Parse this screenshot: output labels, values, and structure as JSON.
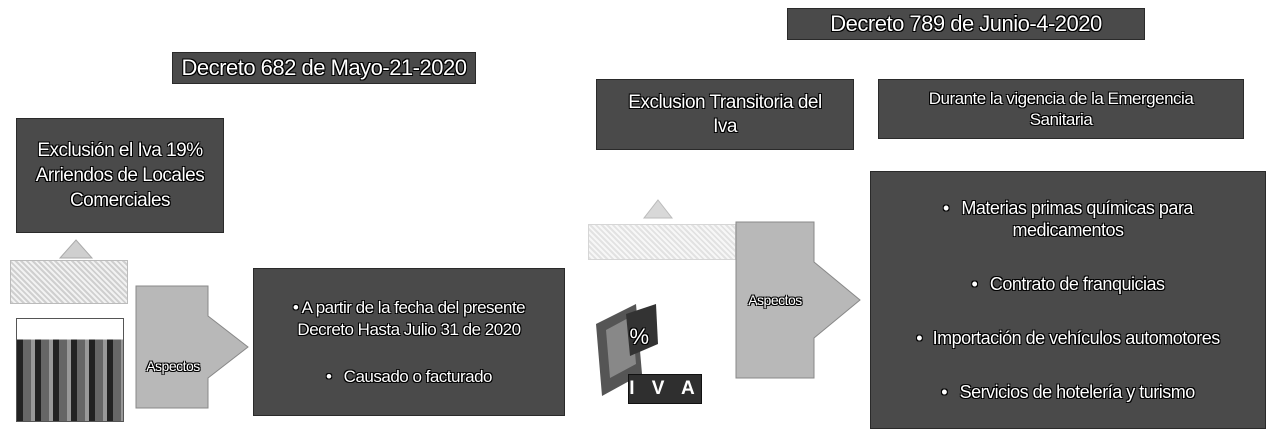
{
  "decreto682": {
    "title": "Decreto 682 de Mayo-21-2020",
    "left_box": [
      "Exclusión el Iva 19%",
      "Arriendos de Locales",
      "Comerciales"
    ],
    "arrow_label": "Aspectos",
    "bullets": [
      "A partir de la fecha del presente Decreto Hasta Julio 31 de 2020",
      "Causado o facturado"
    ]
  },
  "decreto789": {
    "title": "Decreto 789 de Junio-4-2020",
    "exclusion_box": [
      "Exclusion Transitoria del",
      "Iva"
    ],
    "duration_box": [
      "Durante la vigencia de la Emergencia",
      "Sanitaria"
    ],
    "arrow_label": "Aspectos",
    "iva_label": "I V A",
    "percent_symbol": "%",
    "bullets": [
      "Materias primas químicas para medicamentos",
      "Contrato de franquicias",
      "Importación de vehículos automotores",
      "Servicios de hotelería y turismo"
    ]
  },
  "bullet_symbol": "•",
  "colors": {
    "box_fill": "#4a4a4a",
    "arrow_fill": "#b8b8b8",
    "text": "#ffffff"
  }
}
